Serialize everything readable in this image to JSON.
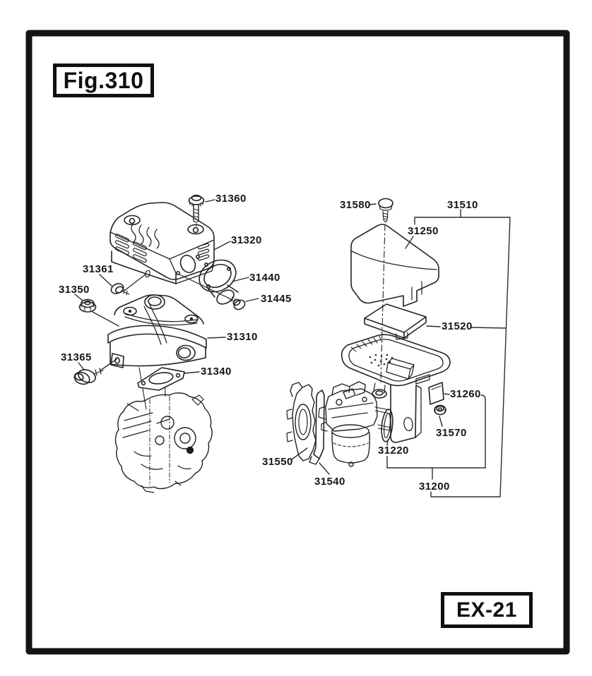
{
  "figure": {
    "title": "Fig.310",
    "page_code": "EX-21"
  },
  "parts": [
    {
      "number": "31360"
    },
    {
      "number": "31320"
    },
    {
      "number": "31361"
    },
    {
      "number": "31350"
    },
    {
      "number": "31440"
    },
    {
      "number": "31445"
    },
    {
      "number": "31310"
    },
    {
      "number": "31365"
    },
    {
      "number": "31340"
    },
    {
      "number": "31580"
    },
    {
      "number": "31510"
    },
    {
      "number": "31250"
    },
    {
      "number": "31520"
    },
    {
      "number": "31260"
    },
    {
      "number": "31570"
    },
    {
      "number": "31220"
    },
    {
      "number": "31550"
    },
    {
      "number": "31540"
    },
    {
      "number": "31200"
    }
  ]
}
